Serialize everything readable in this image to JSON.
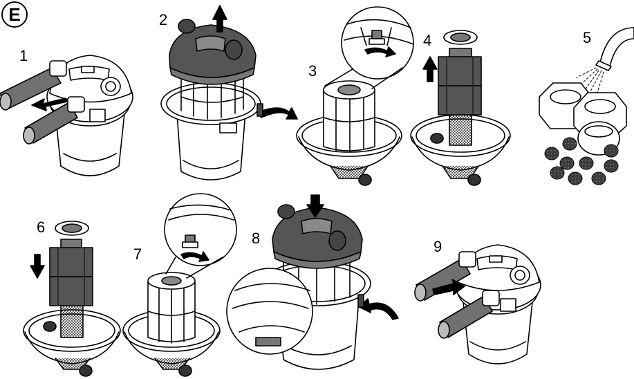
{
  "section": {
    "letter": "E"
  },
  "steps": [
    {
      "number": "1"
    },
    {
      "number": "2"
    },
    {
      "number": "3"
    },
    {
      "number": "4"
    },
    {
      "number": "5"
    },
    {
      "number": "6"
    },
    {
      "number": "7"
    },
    {
      "number": "8"
    },
    {
      "number": "9"
    }
  ],
  "colors": {
    "outline": "#000000",
    "housing": "#ffffff",
    "dark_part": "#555555",
    "mid_part": "#9a9a9a",
    "hose": "#6e6e6e",
    "sponge": "#4a4a4a"
  },
  "icons": [
    "arrow-icon",
    "curved-arrow-icon",
    "water-jet-icon"
  ]
}
